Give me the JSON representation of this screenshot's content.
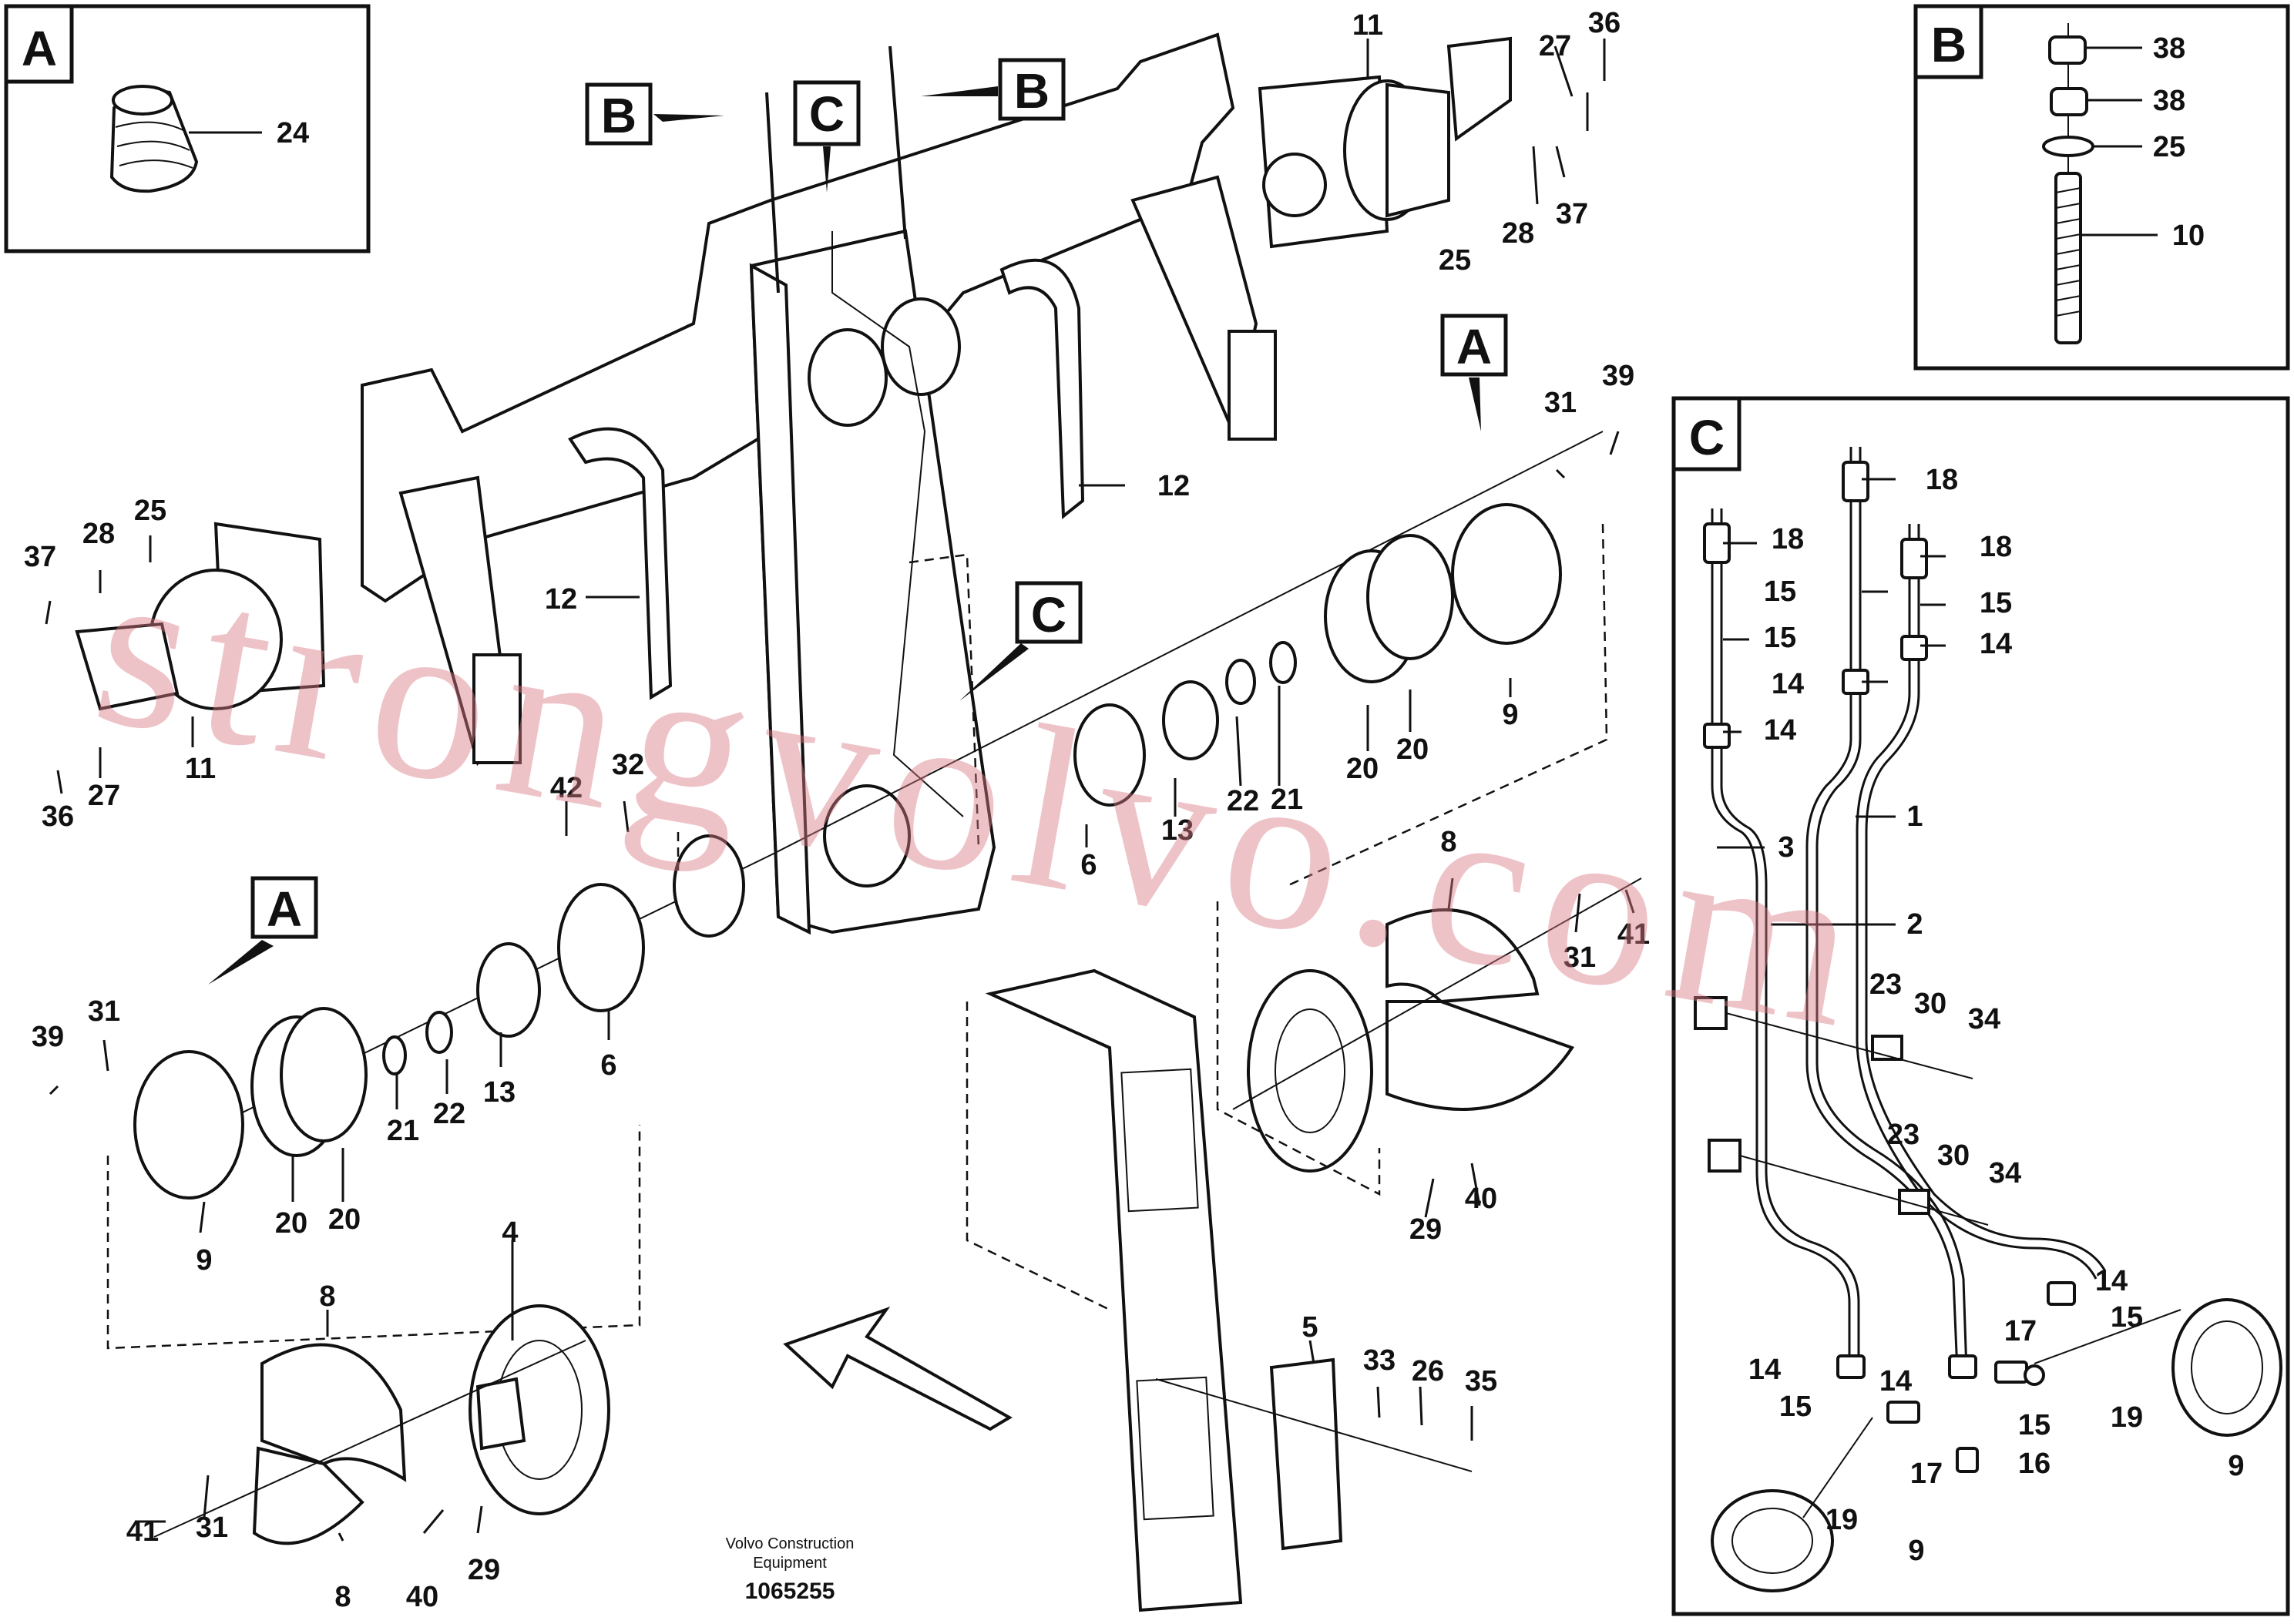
{
  "drawing": {
    "watermark": "strongvolvo.com",
    "credit_line1": "Volvo Construction",
    "credit_line2": "Equipment",
    "doc_number": "1065255"
  },
  "detail_boxes": [
    {
      "letter": "A",
      "labels": [
        "24"
      ]
    },
    {
      "letter": "B",
      "labels": [
        "38",
        "38",
        "25",
        "10"
      ]
    },
    {
      "letter": "C",
      "labels": [
        "18",
        "18",
        "18",
        "15",
        "15",
        "15",
        "14",
        "14",
        "14",
        "3",
        "1",
        "2",
        "23",
        "30",
        "34",
        "23",
        "30",
        "34",
        "14",
        "15",
        "17",
        "19",
        "14",
        "15",
        "14",
        "15",
        "16",
        "17",
        "19",
        "9",
        "9"
      ]
    }
  ],
  "callout_letters": [
    "B",
    "C",
    "B",
    "C",
    "A",
    "A"
  ],
  "part_labels": [
    "11",
    "27",
    "36",
    "37",
    "28",
    "25",
    "12",
    "12",
    "37",
    "28",
    "25",
    "11",
    "36",
    "27",
    "39",
    "31",
    "9",
    "20",
    "20",
    "21",
    "22",
    "13",
    "6",
    "42",
    "32",
    "39",
    "31",
    "9",
    "20",
    "20",
    "21",
    "22",
    "13",
    "6",
    "8",
    "31",
    "41",
    "29",
    "40",
    "4",
    "8",
    "31",
    "41",
    "40",
    "29",
    "8",
    "5",
    "33",
    "26",
    "35"
  ]
}
